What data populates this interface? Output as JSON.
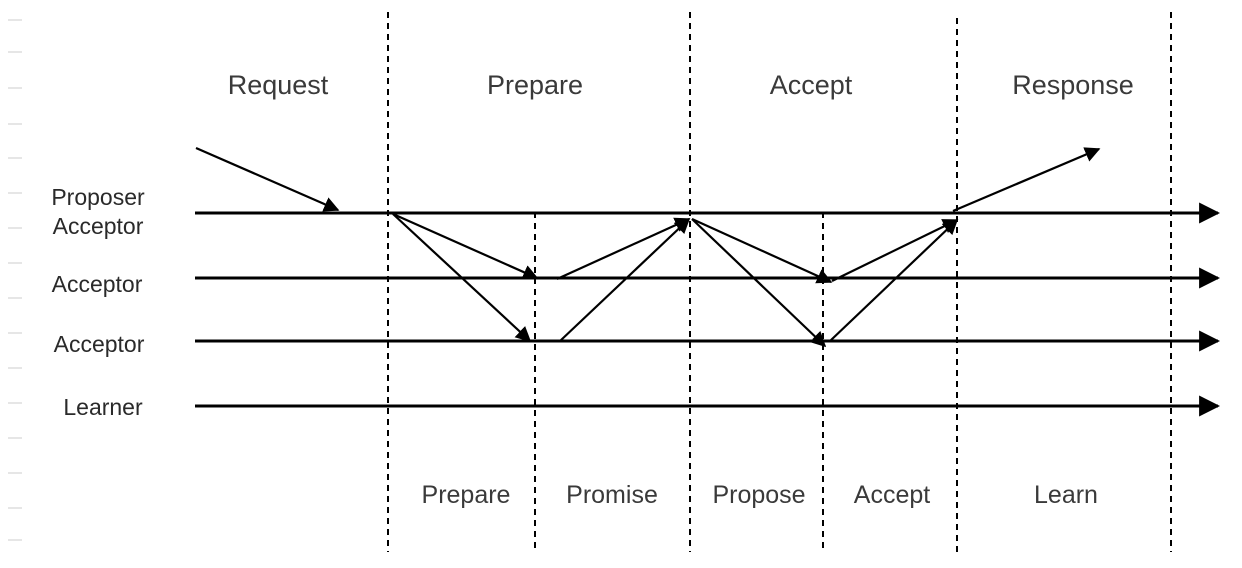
{
  "phases": [
    "Request",
    "Prepare",
    "Accept",
    "Response"
  ],
  "steps": [
    "Prepare",
    "Promise",
    "Propose",
    "Accept",
    "Learn"
  ],
  "roles": {
    "line1_a": "Proposer",
    "line1_b": "Acceptor",
    "line2": "Acceptor",
    "line3": "Acceptor",
    "line4": "Learner"
  },
  "colors": {
    "line": "#000000",
    "text": "#3a3a3a"
  }
}
